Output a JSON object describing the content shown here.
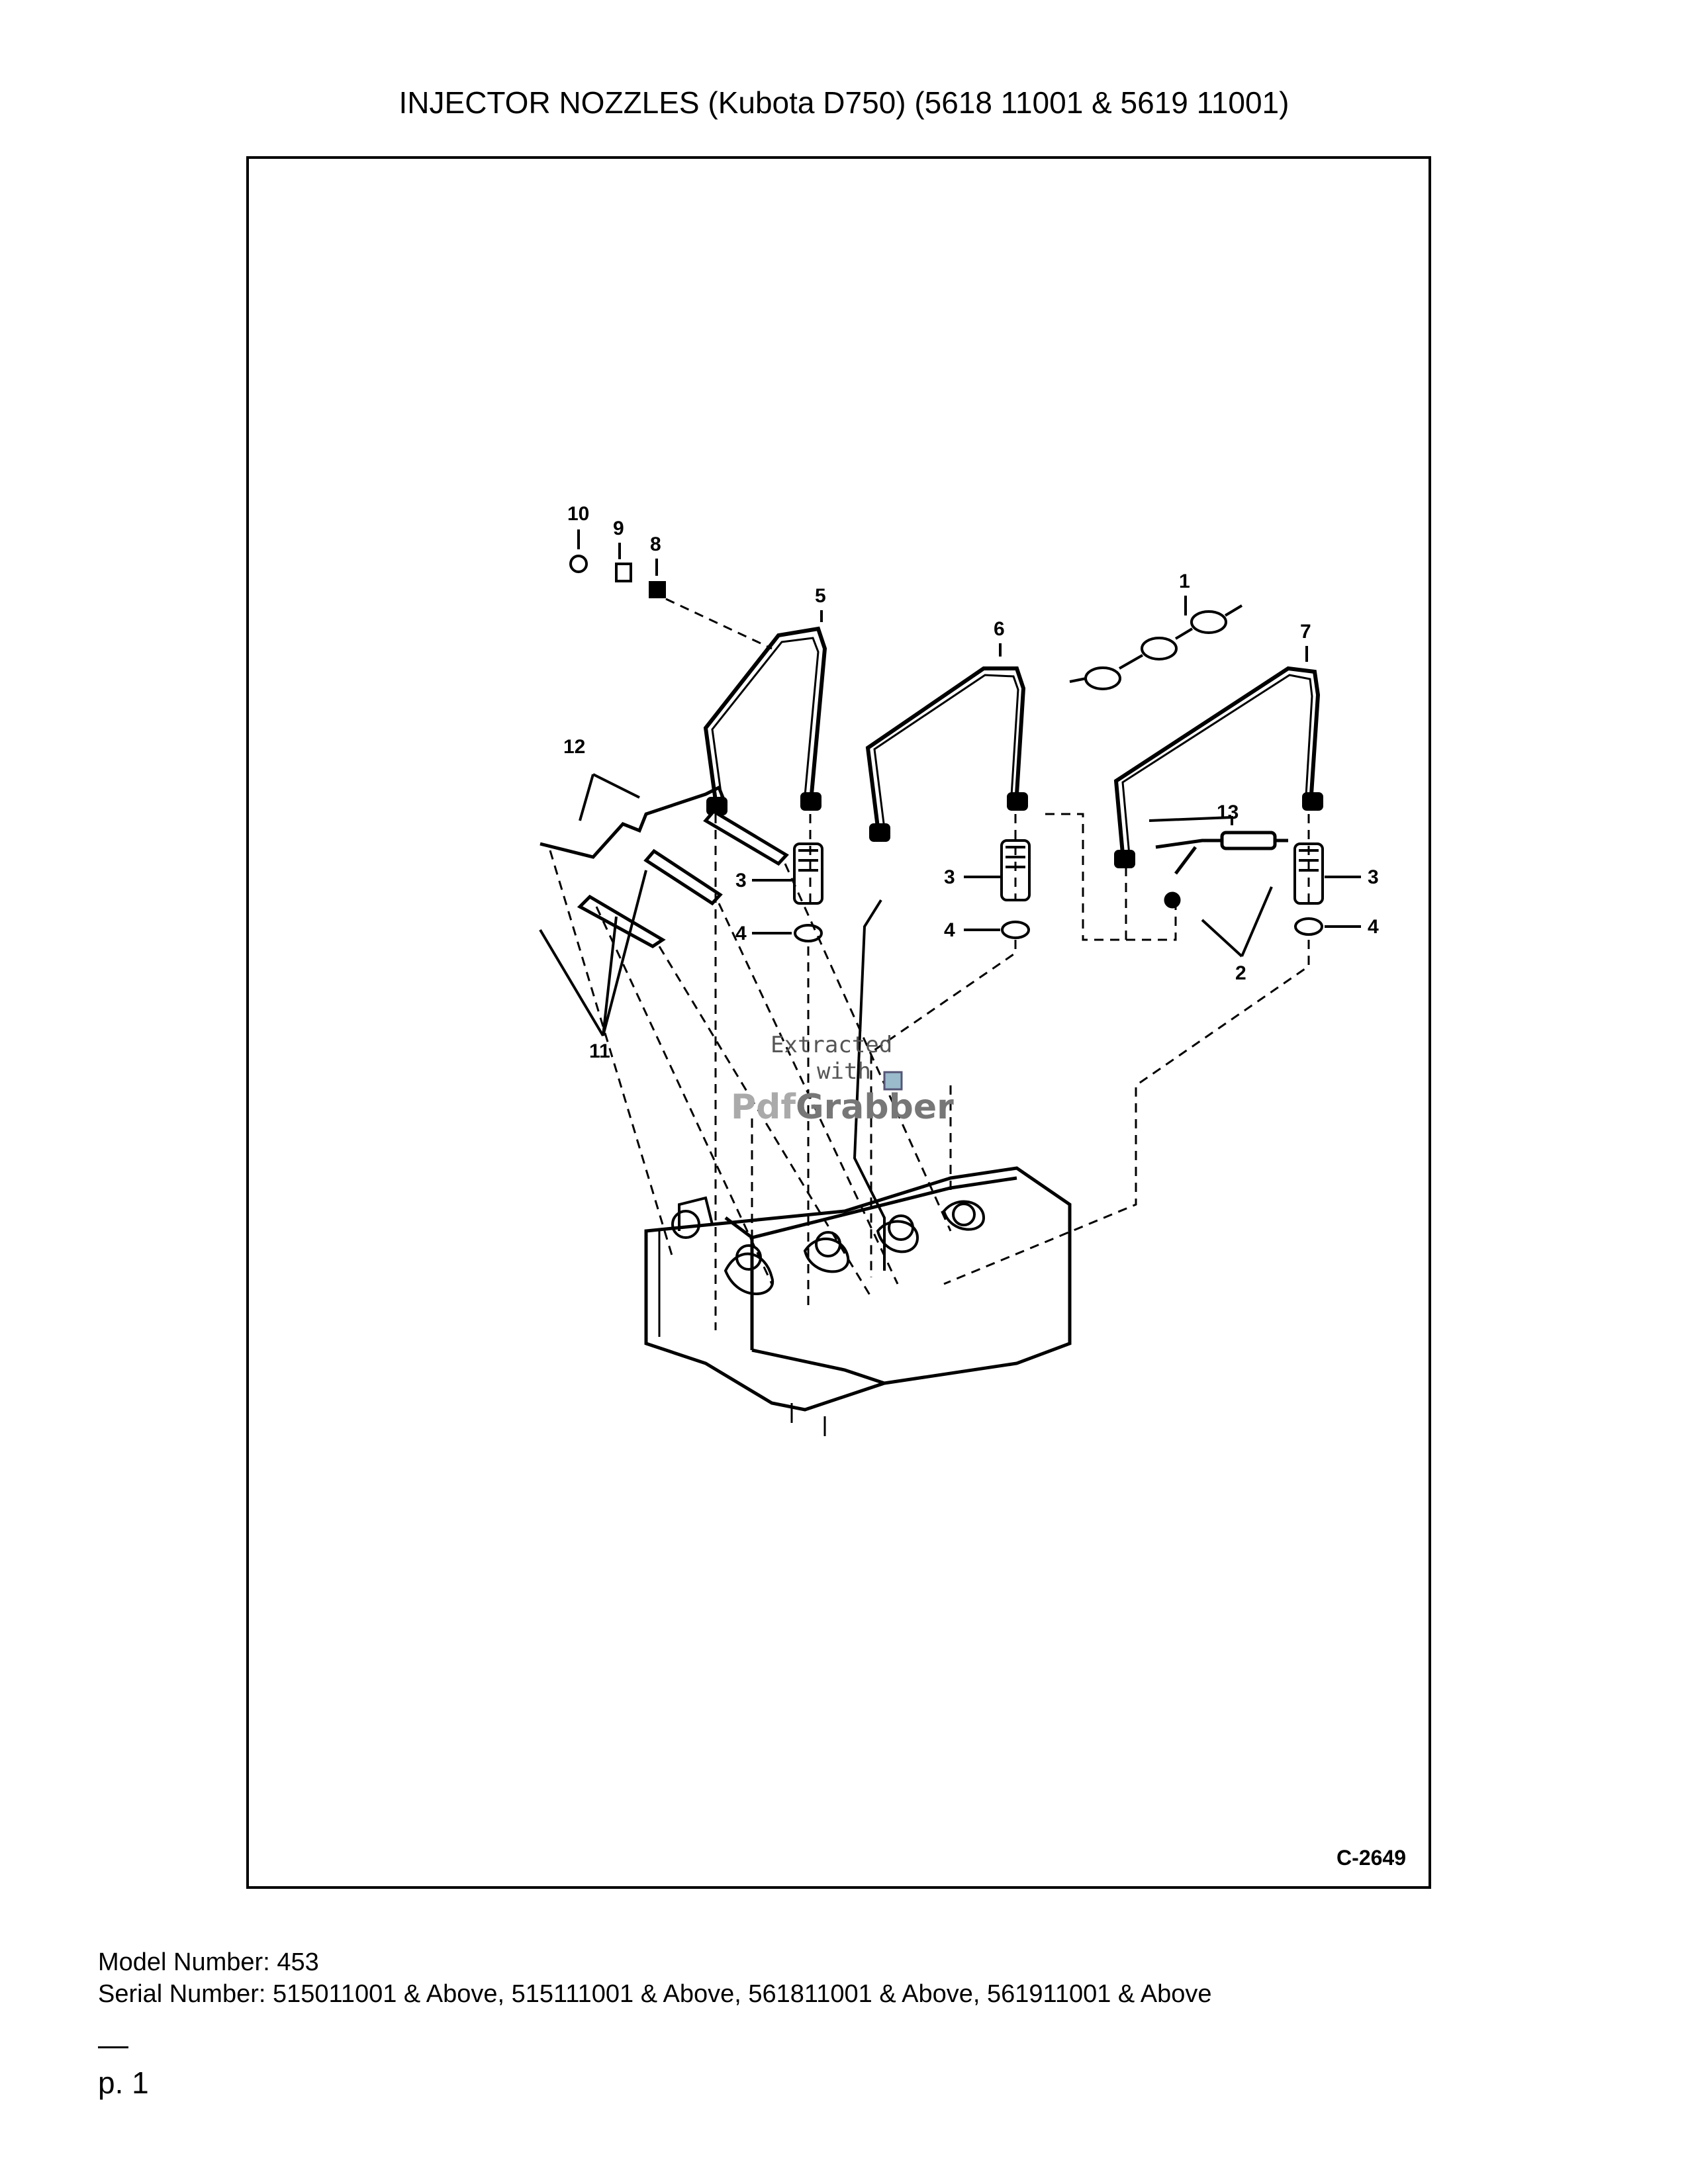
{
  "title": "INJECTOR NOZZLES (Kubota D750) (5618 11001 & 5619 11001)",
  "figure": {
    "code": "C-2649",
    "callouts": {
      "c1": "1",
      "c2": "2",
      "c3a": "3",
      "c3b": "3",
      "c3c": "3",
      "c4a": "4",
      "c4b": "4",
      "c4c": "4",
      "c5": "5",
      "c6": "6",
      "c7": "7",
      "c8": "8",
      "c9": "9",
      "c10": "10",
      "c11": "11",
      "c12": "12",
      "c13": "13"
    },
    "watermark": {
      "line1": "Extracted",
      "line2": "with",
      "brand_a": "Pdf",
      "brand_b": "Grabber"
    }
  },
  "footer": {
    "model": "Model Number: 453",
    "serial": "Serial Number: 515011001 & Above, 515111001 & Above, 561811001 & Above, 561911001 & Above"
  },
  "page": {
    "rule": "__",
    "number": "p. 1"
  }
}
